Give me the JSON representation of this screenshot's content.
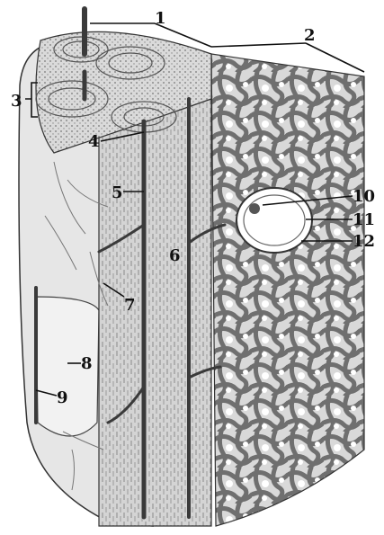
{
  "figure": {
    "labels": [
      "1",
      "2",
      "3",
      "4",
      "5",
      "6",
      "7",
      "8",
      "9",
      "10",
      "11",
      "12"
    ]
  },
  "colors": {
    "ink": "#111111",
    "outer_surface": "#e4e4e4",
    "compact_bone": "#d7d7d7",
    "spongy_trabeculae": "#8a8a8a",
    "vessel": "#3a3a3a",
    "background": "#ffffff"
  }
}
